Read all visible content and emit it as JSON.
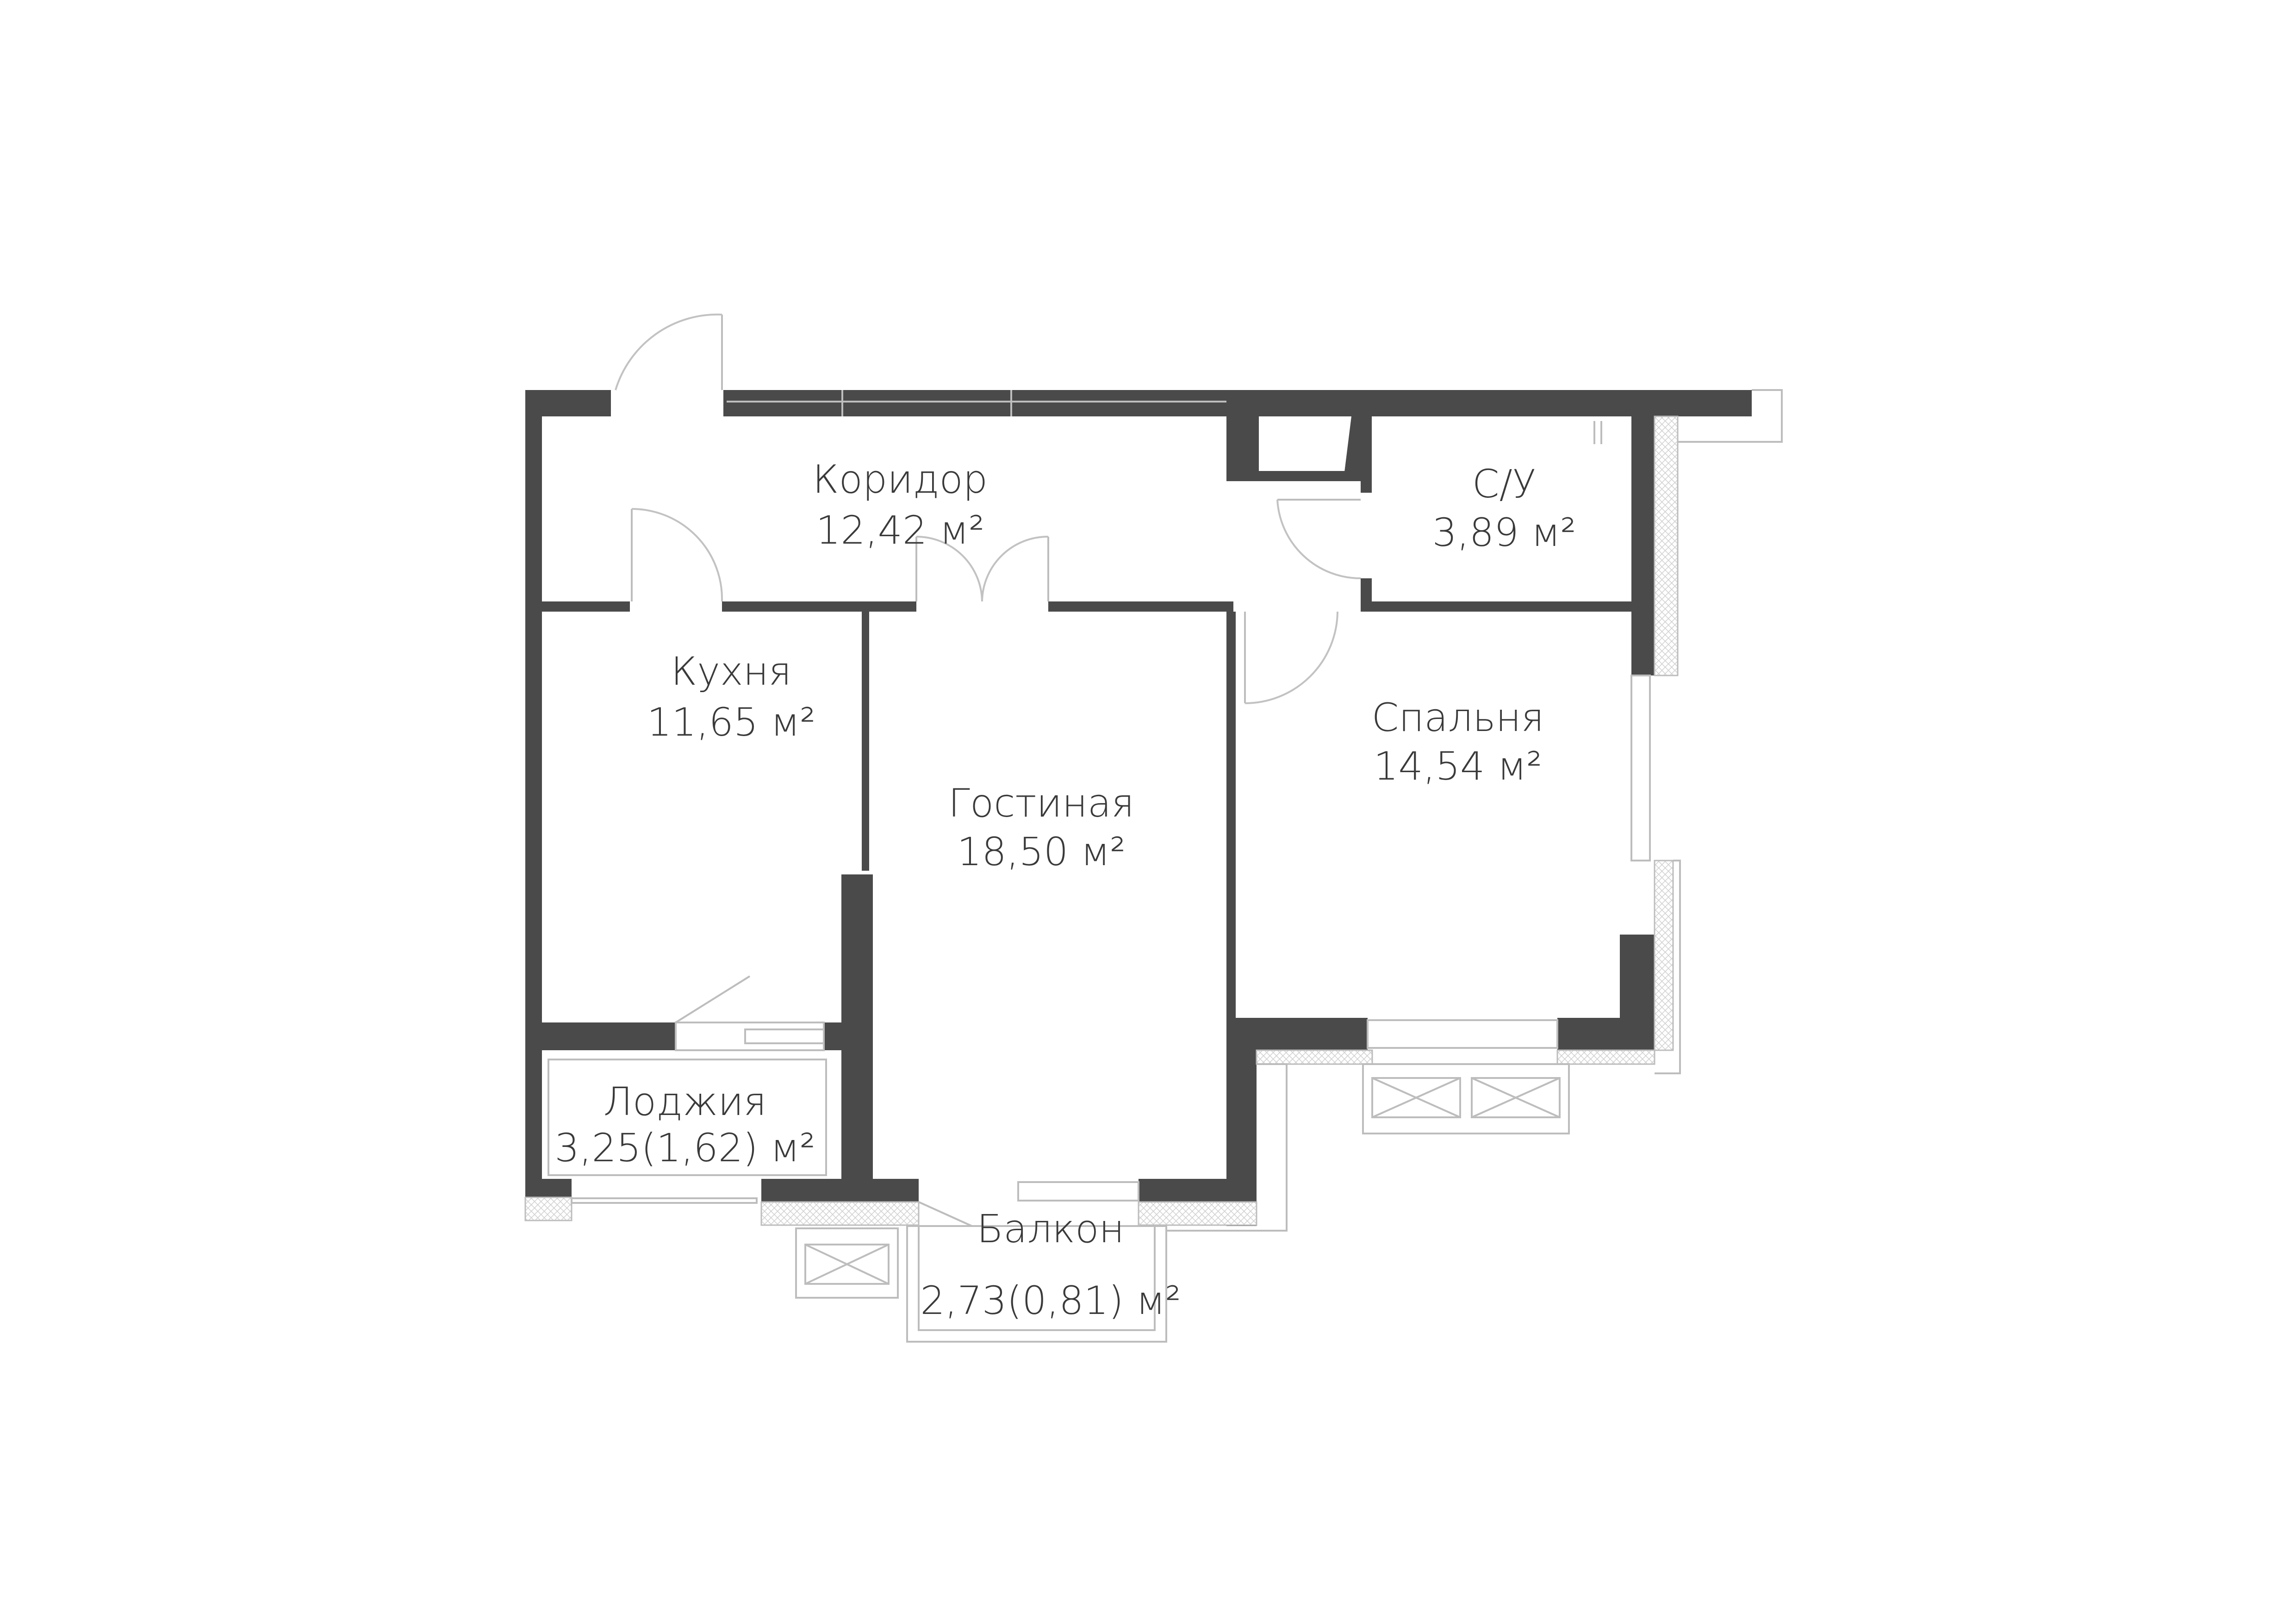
{
  "colors": {
    "wall": "#4a4a4a",
    "line": "#bdbdbd",
    "text": "#3a3a3a",
    "background": "#ffffff"
  },
  "unit": "м²",
  "rooms": {
    "corridor": {
      "name": "Коридор",
      "area": "12,42 м²"
    },
    "bathroom": {
      "name": "С/У",
      "area": "3,89 м²"
    },
    "kitchen": {
      "name": "Кухня",
      "area": "11,65 м²"
    },
    "living": {
      "name": "Гостиная",
      "area": "18,50 м²"
    },
    "bedroom": {
      "name": "Спальня",
      "area": "14,54 м²"
    },
    "loggia": {
      "name": "Лоджия",
      "area": "3,25(1,62) м²"
    },
    "balcony": {
      "name": "Балкон",
      "area": "2,73(0,81) м²"
    }
  }
}
